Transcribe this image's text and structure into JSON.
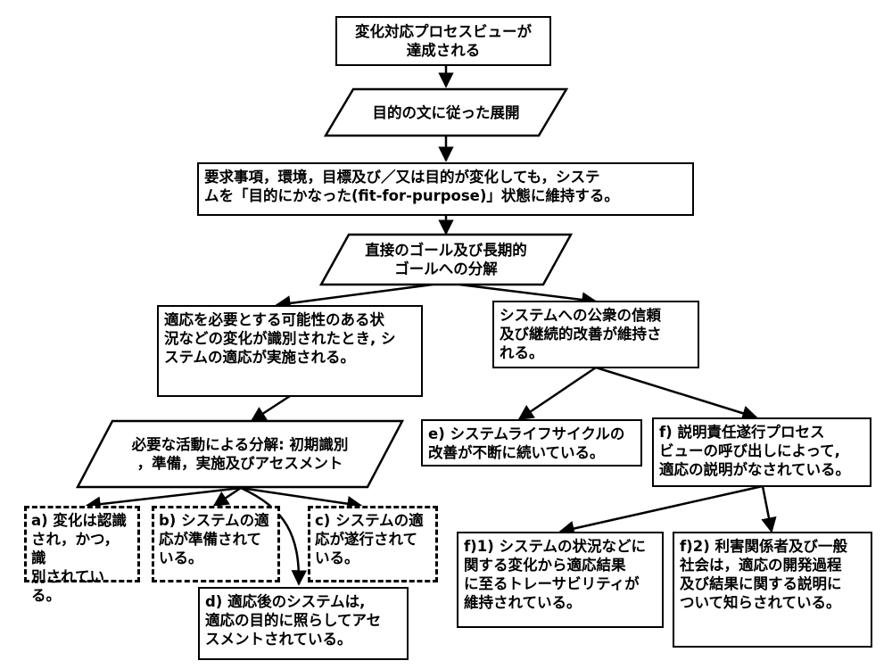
{
  "nodes": {
    "top": "変化対応プロセスビューが\n達成される",
    "purpose_deploy": "目的の文に従った展開",
    "maintain": "要求事項，環境，目標及び／又は目的が変化しても，システ\nムを「目的にかなった(fit-for-purpose)」状態に維持する。",
    "decompose_goals": "直接のゴール及び長期的\nゴールへの分解",
    "adapt": "適応を必要とする可能性のある状\n況などの変化が識別されたとき, シ\nステムの適応が実施される。",
    "trust": "システムへの公衆の信頼\n及び継続的改善が維持さ\nれる。",
    "decompose_activities": "必要な活動による分解: 初期識別\n，準備，実施及びアセスメント",
    "a": "a) 変化は認識\nされ，かつ，識\n別されている。",
    "b": "b) システムの適\n応が準備されて\nいる。",
    "c": "c) システムの適\n応が遂行されて\nいる。",
    "d": "d) 適応後のシステムは,\n適応の目的に照らしてアセ\nスメントされている。",
    "e": "e) システムライフサイクルの\n改善が不断に続いている。",
    "f": "f) 説明責任遂行プロセス\nビューの呼び出しによって,\n適応の説明がなされている。",
    "f1": "f)1) システムの状況などに\n関する変化から適応結果\nに至るトレーサビリティが\n維持されている。",
    "f2": "f)2) 利害関係者及び一般\n社会は，適応の開発過程\n及び結果に関する説明に\nついて知らされている。"
  }
}
